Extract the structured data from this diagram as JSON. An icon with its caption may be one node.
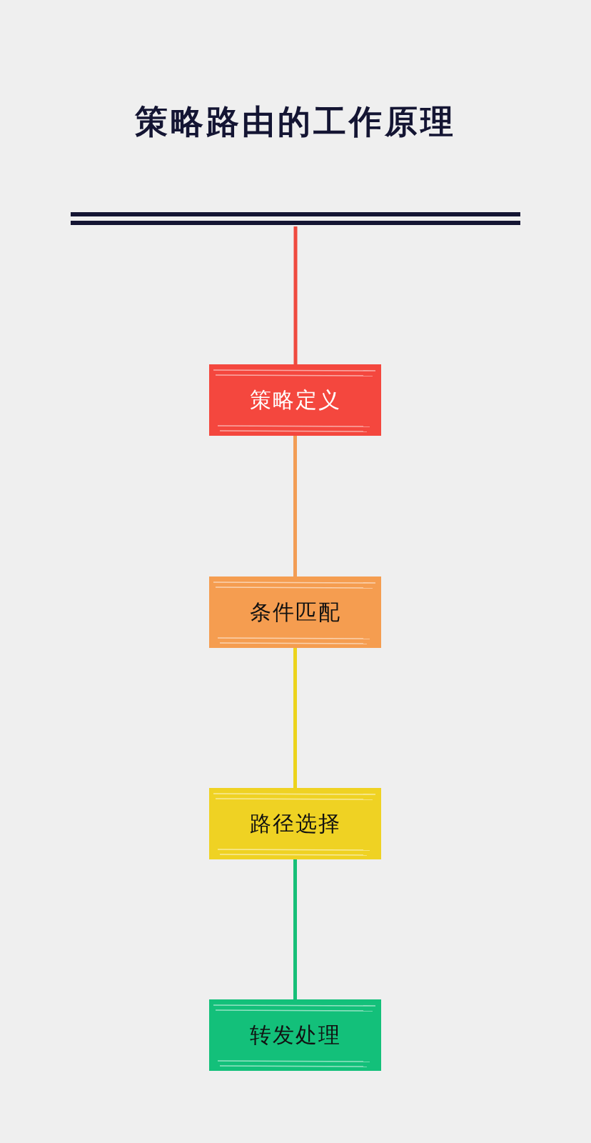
{
  "diagram": {
    "title": "策略路由的工作原理",
    "nodes": [
      {
        "text": [],
        "shape": "bar"
      },
      {
        "text": [
          "策略定义"
        ]
      },
      {
        "text": [
          "条件匹配"
        ]
      },
      {
        "text": [
          "路径选择"
        ]
      },
      {
        "text": [
          "转发处理"
        ]
      }
    ],
    "edges": [
      {
        "from": 0,
        "to": 1,
        "arrow": "none",
        "color": "#ef4a3f"
      },
      {
        "from": 1,
        "to": 2,
        "arrow": "none",
        "color": "#f29d55"
      },
      {
        "from": 2,
        "to": 3,
        "arrow": "none",
        "color": "#ecd31c"
      },
      {
        "from": 3,
        "to": 4,
        "arrow": "none",
        "color": "#17bf78"
      }
    ]
  }
}
